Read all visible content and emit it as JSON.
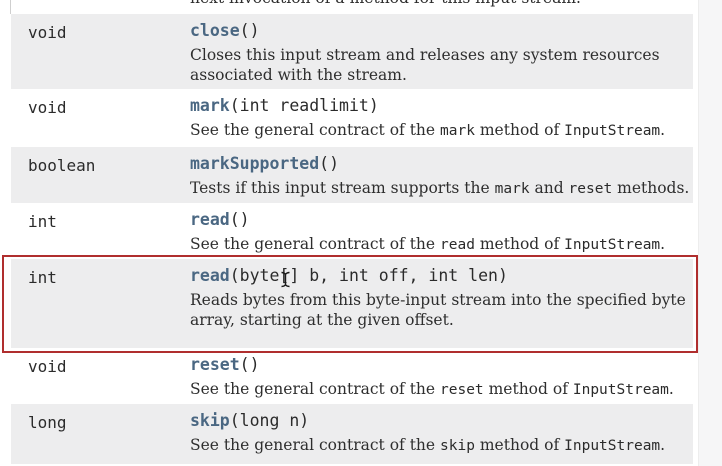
{
  "colors": {
    "link": "#4a6782",
    "row_alt": "#ededee",
    "highlight_border": "#b02e2e"
  },
  "table": {
    "rows": [
      {
        "partial": "next invocation of a method for this input stream.",
        "type": "",
        "method": "",
        "params": "",
        "desc": []
      },
      {
        "type": "void",
        "method": "close",
        "params": "()",
        "desc": [
          {
            "t": "Closes this input stream and releases any system resources associated with the stream."
          }
        ]
      },
      {
        "type": "void",
        "method": "mark",
        "params": "(int readlimit)",
        "desc": [
          {
            "t": "See the general contract of the "
          },
          {
            "t": "mark",
            "code": true
          },
          {
            "t": " method of "
          },
          {
            "t": "InputStream",
            "code": true
          },
          {
            "t": "."
          }
        ]
      },
      {
        "type": "boolean",
        "method": "markSupported",
        "params": "()",
        "desc": [
          {
            "t": "Tests if this input stream supports the "
          },
          {
            "t": "mark",
            "code": true
          },
          {
            "t": " and "
          },
          {
            "t": "reset",
            "code": true
          },
          {
            "t": " methods."
          }
        ]
      },
      {
        "type": "int",
        "method": "read",
        "params": "()",
        "desc": [
          {
            "t": "See the general contract of the "
          },
          {
            "t": "read",
            "code": true
          },
          {
            "t": " method of "
          },
          {
            "t": "InputStream",
            "code": true
          },
          {
            "t": "."
          }
        ]
      },
      {
        "type": "int",
        "method": "read",
        "params": "(byte[] b, int off, int len)",
        "highlighted": true,
        "desc": [
          {
            "t": "Reads bytes from this byte-input stream into the specified byte array, starting at the given offset."
          }
        ]
      },
      {
        "type": "void",
        "method": "reset",
        "params": "()",
        "desc": [
          {
            "t": "See the general contract of the "
          },
          {
            "t": "reset",
            "code": true
          },
          {
            "t": " method of "
          },
          {
            "t": "InputStream",
            "code": true
          },
          {
            "t": "."
          }
        ]
      },
      {
        "type": "long",
        "method": "skip",
        "params": "(long n)",
        "desc": [
          {
            "t": "See the general contract of the "
          },
          {
            "t": "skip",
            "code": true
          },
          {
            "t": " method of "
          },
          {
            "t": "InputStream",
            "code": true
          },
          {
            "t": "."
          }
        ]
      }
    ]
  }
}
